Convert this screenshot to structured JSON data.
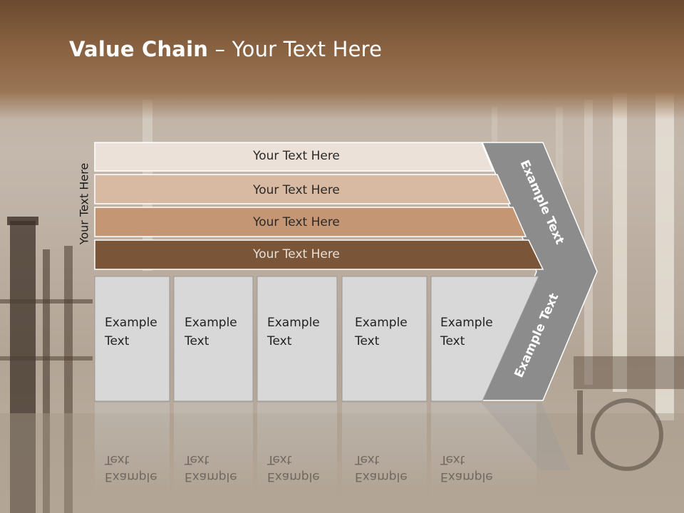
{
  "slide": {
    "title_bold": "Value Chain",
    "title_rest": " – Your Text Here",
    "vertical_label": "Your Text Here"
  },
  "rows": [
    {
      "label": "Your Text Here",
      "fill": "#ece1d8",
      "text_color": "#2a2a2a"
    },
    {
      "label": "Your Text Here",
      "fill": "#d8b9a2",
      "text_color": "#2a2a2a"
    },
    {
      "label": "Your Text Here",
      "fill": "#c49673",
      "text_color": "#2a2a2a"
    },
    {
      "label": "Your Text Here",
      "fill": "#7a5538",
      "text_color": "#e8e0d8"
    }
  ],
  "boxes": [
    {
      "line1": "Example",
      "line2": "Text"
    },
    {
      "line1": "Example",
      "line2": "Text"
    },
    {
      "line1": "Example",
      "line2": "Text"
    },
    {
      "line1": "Example",
      "line2": "Text"
    },
    {
      "line1": "Example",
      "line2": "Text"
    }
  ],
  "chevron": {
    "upper_text": "Example Text",
    "lower_text": "Example Text",
    "fill": "#8c8c8c"
  },
  "colors": {
    "header_brown": "#6e4a2e",
    "box_fill": "#d8d8d8",
    "box_border": "#9a9a9a"
  }
}
